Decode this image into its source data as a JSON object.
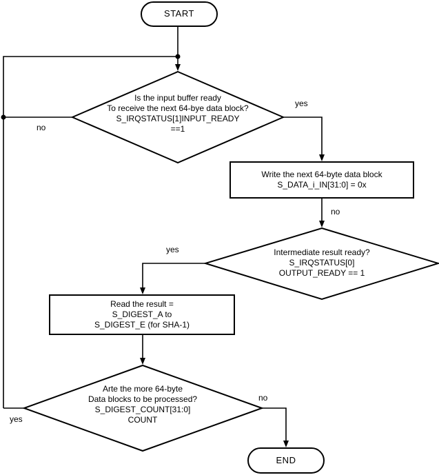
{
  "diagram": {
    "type": "flowchart",
    "title": "SHA-1 data block processing flow",
    "stroke_color": "#000000",
    "fill_color": "#ffffff",
    "background": "#ffffff"
  },
  "nodes": {
    "start": {
      "shape": "terminal",
      "label": "START"
    },
    "decision_input_ready": {
      "shape": "decision",
      "line1": "Is the input buffer ready",
      "line2": "To receive the next 64-bye data block?",
      "line3": "S_IRQSTATUS[1]INPUT_READY",
      "line4": "==1"
    },
    "process_write_block": {
      "shape": "process",
      "line1": "Write the next 64-byte data block",
      "line2": "S_DATA_i_IN[31:0] = 0x"
    },
    "decision_result_ready": {
      "shape": "decision",
      "line1": "Intermediate result ready?",
      "line2": "S_IRQSTATUS[0]",
      "line3": "OUTPUT_READY == 1"
    },
    "process_read_result": {
      "shape": "process",
      "line1": "Read the result =",
      "line2": "S_DIGEST_A to",
      "line3": "S_DIGEST_E (for SHA-1)"
    },
    "decision_more_blocks": {
      "shape": "decision",
      "line1": "Arte the more 64-byte",
      "line2": "Data blocks to be processed?",
      "line3": "S_DIGEST_COUNT[31:0]",
      "line4": "COUNT"
    },
    "end": {
      "shape": "terminal",
      "label": "END"
    }
  },
  "edge_labels": {
    "input_ready_yes": "yes",
    "input_ready_no": "no",
    "write_block_no": "no",
    "result_ready_yes": "yes",
    "more_blocks_no": "no",
    "more_blocks_yes": "yes"
  }
}
